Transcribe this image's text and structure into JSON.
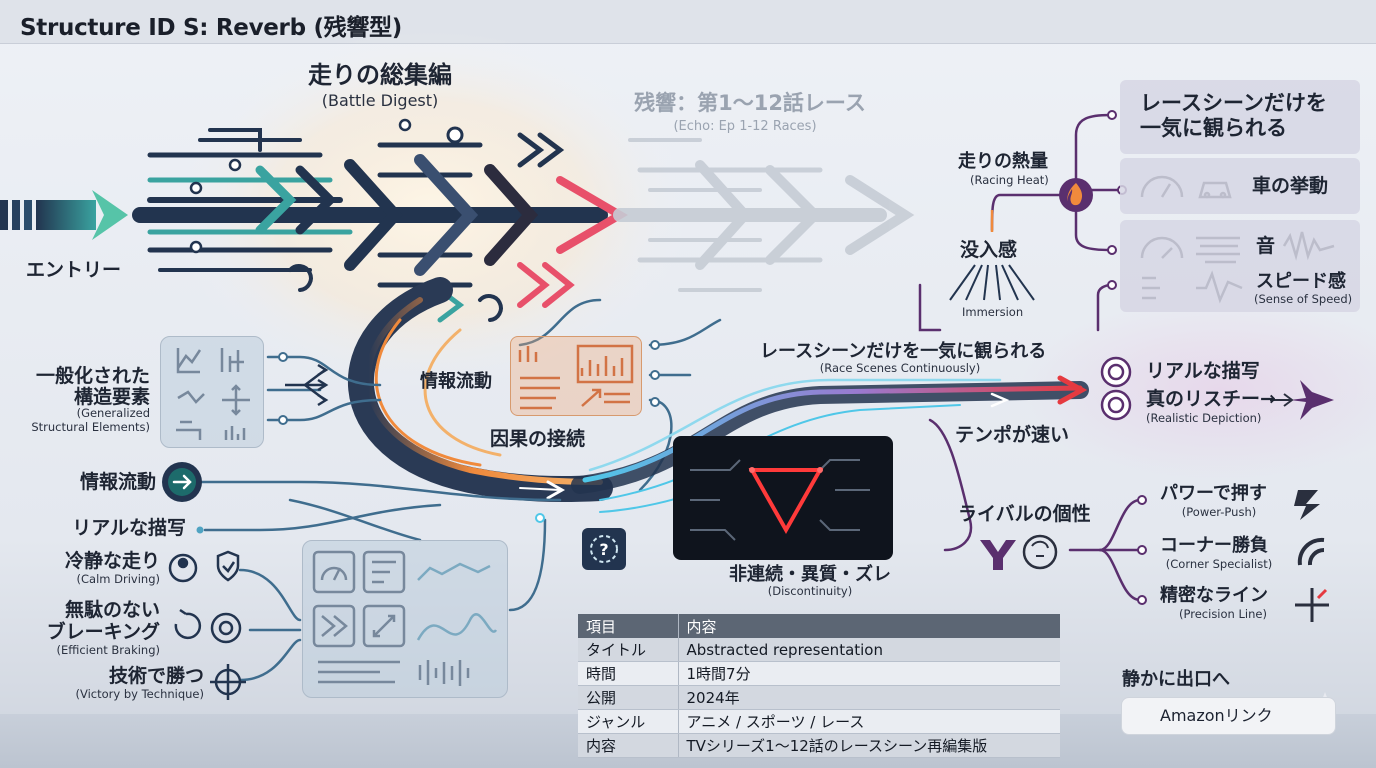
{
  "header": {
    "title": "Structure ID S: Reverb (残響型)"
  },
  "top": {
    "digest_jp": "走りの総集編",
    "digest_en": "(Battle Digest)",
    "echo_jp": "残響：第1〜12話レース",
    "echo_en": "(Echo: Ep 1-12 Races)"
  },
  "left": {
    "entry": "エントリー",
    "general_jp_1": "一般化された",
    "general_jp_2": "構造要素",
    "general_en_1": "(Generalized",
    "general_en_2": "Structural Elements)",
    "info_flow": "情報流動",
    "realistic": "リアルな描写",
    "calm_jp": "冷静な走り",
    "calm_en": "(Calm Driving)",
    "brake_jp_1": "無駄のない",
    "brake_jp_2": "ブレーキング",
    "brake_en": "(Efficient Braking)",
    "tech_jp": "技術で勝つ",
    "tech_en": "(Victory by Technique)"
  },
  "center": {
    "info_flow": "情報流動",
    "causal": "因果の接続",
    "race_scenes_jp": "レースシーンだけを一気に観られる",
    "race_scenes_en": "(Race Scenes Continuously)",
    "tempo": "テンポが速い",
    "disc_jp": "非連続・異質・ズレ",
    "disc_en": "(Discontinuity)"
  },
  "right": {
    "racing_heat_jp": "走りの熱量",
    "racing_heat_en": "(Racing Heat)",
    "immersion_jp": "没入感",
    "immersion_en": "Immersion",
    "watch_all_1": "レースシーンだけを",
    "watch_all_2": "一気に観られる",
    "car_behavior": "車の挙動",
    "sound": "音",
    "speed_jp": "スピード感",
    "speed_en": "(Sense of Speed)",
    "real_depict": "リアルな描写",
    "real_listen": "真のリスチー→",
    "real_en": "(Realistic Depiction)",
    "rival": "ライバルの個性",
    "power_jp": "パワーで押す",
    "power_en": "(Power-Push)",
    "corner_jp": "コーナー勝負",
    "corner_en": "(Corner Specialist)",
    "precision_jp": "精密なライン",
    "precision_en": "(Precision Line)",
    "exit": "静かに出口へ",
    "amazon": "Amazonリンク"
  },
  "table": {
    "headers": [
      "項目",
      "内容"
    ],
    "rows": [
      [
        "タイトル",
        "Abstracted representation"
      ],
      [
        "時間",
        "1時間7分"
      ],
      [
        "公開",
        "2024年"
      ],
      [
        "ジャンル",
        "アニメ / スポーツ / レース"
      ],
      [
        "内容",
        "TVシリーズ1〜12話のレースシーン再編集版"
      ]
    ]
  },
  "colors": {
    "navy": "#22344f",
    "teal": "#3aa3a0",
    "orange": "#f08a3c",
    "red": "#e53a40",
    "cyan": "#4fc7e8",
    "purple": "#5a2f6e"
  }
}
